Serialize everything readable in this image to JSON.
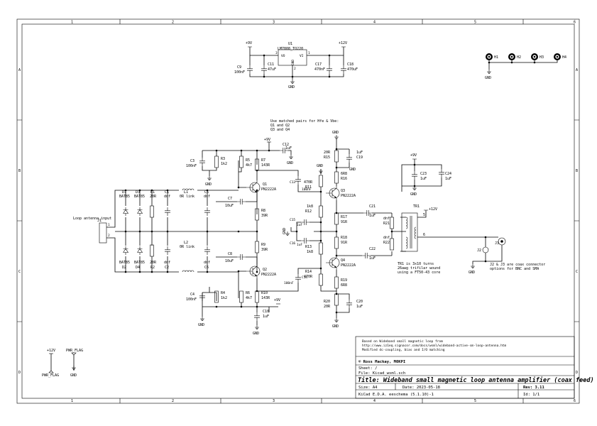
{
  "grid": {
    "cols": [
      "1",
      "2",
      "3",
      "4",
      "5",
      "6"
    ],
    "rows": [
      "A",
      "B",
      "C",
      "D"
    ]
  },
  "regulator": {
    "ref": "U1",
    "value": "LM7808_TO220",
    "pin_vi": "VI",
    "pin_vo": "VO",
    "pin_gnd": "GND",
    "pin1": "1",
    "pin2": "2",
    "pin3": "3",
    "in_rail": "+12V",
    "out_rail": "+9V",
    "gnd": "GND",
    "c9": {
      "ref": "C9",
      "value": "100nF"
    },
    "c11": {
      "ref": "C11",
      "value": "47uF"
    },
    "c17": {
      "ref": "C17",
      "value": "470nF"
    },
    "c18": {
      "ref": "C18",
      "value": "470uF"
    }
  },
  "mounting": {
    "holes": [
      "H1",
      "H2",
      "H3",
      "H4"
    ],
    "gnd": "GND"
  },
  "note_pairs": [
    "Use matched pairs for Hfe & Vbe:",
    "Q1 and Q2",
    "Q3 and Q4"
  ],
  "input": {
    "title": "Loop antenna input",
    "connector": "J1",
    "pin1": "1",
    "pin2": "2",
    "diodes": [
      {
        "ref": "D1",
        "value": "BAT85"
      },
      {
        "ref": "D3",
        "value": "BAT85"
      },
      {
        "ref": "D2",
        "value": "BAT85"
      },
      {
        "ref": "D4",
        "value": "BAT85"
      }
    ],
    "r1": {
      "ref": "R1",
      "value": "20R"
    },
    "r2": {
      "ref": "R2",
      "value": "20R"
    },
    "c1": {
      "ref": "C1",
      "value": "dnf"
    },
    "c2": {
      "ref": "C2",
      "value": "dnf"
    },
    "l1": {
      "ref": "L1",
      "value": "0R link"
    },
    "l2": {
      "ref": "L2",
      "value": "0R link"
    },
    "c5": {
      "ref": "C5",
      "value": "dnf"
    },
    "c6": {
      "ref": "C6",
      "value": "dnf"
    },
    "c7": {
      "ref": "C7",
      "value": "10uF"
    },
    "c8": {
      "ref": "C8",
      "value": "10uF"
    }
  },
  "stage1": {
    "q1": {
      "ref": "Q1",
      "value": "PN2222A"
    },
    "q2": {
      "ref": "Q2",
      "value": "PN2222A"
    },
    "r3": {
      "ref": "R3",
      "value": "1k2"
    },
    "r4": {
      "ref": "R4",
      "value": "1k2"
    },
    "r5": {
      "ref": "R5",
      "value": "4k7"
    },
    "r6": {
      "ref": "R6",
      "value": "4k7"
    },
    "r7": {
      "ref": "R7",
      "value": "143R"
    },
    "r10": {
      "ref": "R10",
      "value": "143R"
    },
    "r8": {
      "ref": "R8",
      "value": "39R"
    },
    "r9": {
      "ref": "R9",
      "value": "39R"
    },
    "c3": {
      "ref": "C3",
      "value": "100nF"
    },
    "c4": {
      "ref": "C4",
      "value": "100nF"
    },
    "c12": {
      "ref": "C12",
      "value": "1uF"
    },
    "c10": {
      "ref": "C10",
      "value": "1uF"
    },
    "c13": {
      "ref": "C13",
      "value": "100nF"
    },
    "c14": {
      "ref": "C14",
      "value": "100nF"
    },
    "rail": "+9V",
    "gnd": "GND"
  },
  "stage2": {
    "q3": {
      "ref": "Q3",
      "value": "PN2222A"
    },
    "q4": {
      "ref": "Q4",
      "value": "PN2222A"
    },
    "r15": {
      "ref": "R15",
      "value": "20R"
    },
    "r20": {
      "ref": "R20",
      "value": "20R"
    },
    "r16": {
      "ref": "R16",
      "value": "6R8"
    },
    "r19": {
      "ref": "R19",
      "value": "6R8"
    },
    "r11": {
      "ref": "R11",
      "value": "470R"
    },
    "r14": {
      "ref": "R14",
      "value": "470R"
    },
    "r12": {
      "ref": "R12",
      "value": "1k8"
    },
    "r13": {
      "ref": "R13",
      "value": "1k8"
    },
    "r17": {
      "ref": "R17",
      "value": "91R"
    },
    "r18": {
      "ref": "R18",
      "value": "91R"
    },
    "c19": {
      "ref": "C19",
      "value": "1uF"
    },
    "c20": {
      "ref": "C20",
      "value": "1uF"
    },
    "c15": {
      "ref": "C15",
      "value": "1uF"
    },
    "c16": {
      "ref": "C16",
      "value": "1uF"
    },
    "c21": {
      "ref": "C21",
      "value": "1uF"
    },
    "c22": {
      "ref": "C22",
      "value": "1uF"
    },
    "gnd": "GND"
  },
  "output": {
    "r21": {
      "ref": "R21",
      "value": "dnf"
    },
    "r22": {
      "ref": "R22",
      "value": "dnf"
    },
    "tr1": "TR1",
    "c23": {
      "ref": "C23",
      "value": "1uF"
    },
    "c24": {
      "ref": "C24",
      "value": "1uF"
    },
    "rail_9v": "+9V",
    "rail_12v": "+12V",
    "pin5": "5",
    "pin6": "6",
    "j2": "J2",
    "j3": "J3",
    "gnd": "GND",
    "tr_note": [
      "TR1 is 3x10 turns",
      "26awg trifilar wound",
      "using a FT50-43 core"
    ],
    "j_note": [
      "J2 & J3 are coax connector",
      "options for BNC and SMA"
    ]
  },
  "power_flags": {
    "flag1": "+12V",
    "flag1_name": "PWR_FLAG",
    "flag2": "PWR_FLAG",
    "flag2_net": "GND"
  },
  "title_block": {
    "notes": [
      "Based on Wideband small magnetic loop from",
      "http://www.iz1eq.signacor.com/docs/wsml/wideband-active-sm-loop-antenna.htm",
      "Modified dc-coupling, bias and I/O matching"
    ],
    "author": "© Ross Mackay, M0KPI",
    "sheet": "Sheet: /",
    "file": "File: Kicad_wsml.sch",
    "title": "Title: Wideband small magnetic loop antenna amplifier (coax feed)",
    "size": "Size: A4",
    "date": "Date: 2023-05-18",
    "rev": "Rev: 3.11",
    "tool": "KiCad E.D.A.  eeschema (5.1.10)-1",
    "id": "Id: 1/1"
  }
}
